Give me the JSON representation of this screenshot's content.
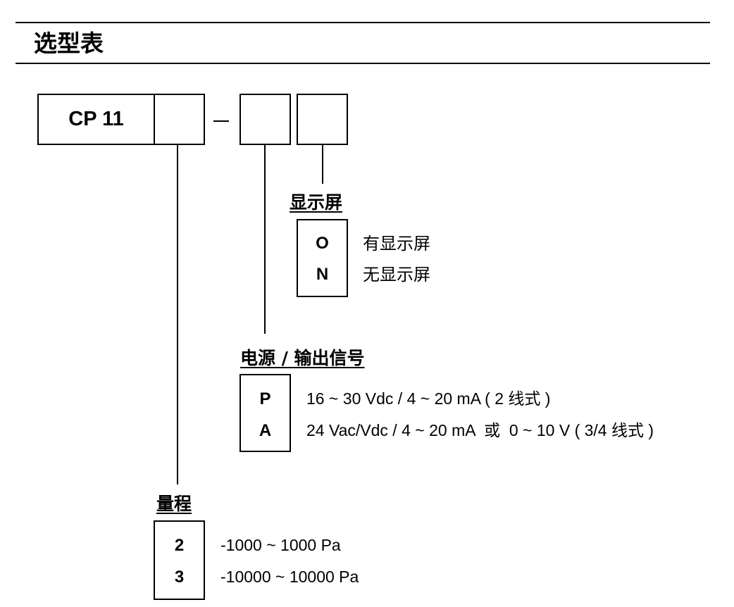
{
  "title": "选型表",
  "model": {
    "prefix": "CP 11",
    "separator": "–"
  },
  "display_section": {
    "heading": "显示屏",
    "options": [
      {
        "code": "O",
        "description": "有显示屏"
      },
      {
        "code": "N",
        "description": "无显示屏"
      }
    ]
  },
  "power_section": {
    "heading": "电源 / 输出信号",
    "options": [
      {
        "code": "P",
        "description": "16 ~ 30 Vdc / 4 ~ 20 mA ( 2 线式 )"
      },
      {
        "code": "A",
        "description": "24 Vac/Vdc / 4 ~ 20 mA  或  0 ~ 10 V ( 3/4 线式 )"
      }
    ]
  },
  "range_section": {
    "heading": "量程",
    "options": [
      {
        "code": "2",
        "description": "-1000 ~ 1000 Pa"
      },
      {
        "code": "3",
        "description": "-10000 ~ 10000 Pa"
      }
    ]
  }
}
